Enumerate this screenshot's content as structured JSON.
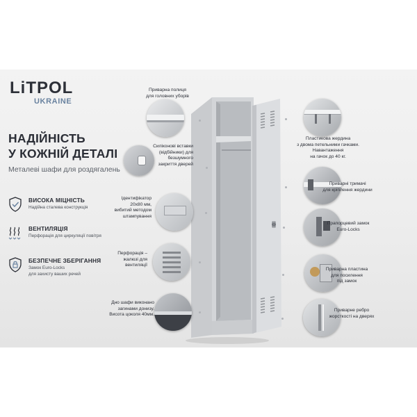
{
  "brand": {
    "logo_main": "LiTPOL",
    "logo_sub": "UKRAINE"
  },
  "hero": {
    "title_line1": "НАДІЙНІСТЬ",
    "title_line2": "У КОЖНІЙ ДЕТАЛІ",
    "subtitle": "Металеві шафи для роздягалень"
  },
  "features": [
    {
      "icon": "shield-check-icon",
      "title": "ВИСОКА МІЦНІСТЬ",
      "desc": [
        "Надійна сталева конструкція"
      ]
    },
    {
      "icon": "ventilation-icon",
      "title": "ВЕНТИЛЯЦІЯ",
      "desc": [
        "Перфорація для циркуляції повітря"
      ]
    },
    {
      "icon": "shield-lock-icon",
      "title": "БЕЗПЕЧНЕ ЗБЕРІГАННЯ",
      "desc": [
        "Замок Euro-Locks",
        "для захисту ваших речей"
      ]
    }
  ],
  "callouts_left": [
    {
      "lines": [
        "Приварна полиця",
        "для головних уборів"
      ]
    },
    {
      "lines": [
        "Силіконові вставки",
        "(відбійники) для",
        "безшумного",
        "закриття дверей"
      ]
    },
    {
      "lines": [
        "Ідентифікатор",
        "20х80 мм,",
        "вибитий методом",
        "штампування"
      ]
    },
    {
      "lines": [
        "Перфорація –",
        "жалюзі для",
        "вентиляції"
      ]
    },
    {
      "lines": [
        "Дно шафи виконано",
        "загинами донизу.",
        "Висота цоколя 40мм."
      ]
    }
  ],
  "callouts_right": [
    {
      "lines": [
        "Пластикова жердина",
        "з двома петельними гачками.",
        "Навантаження",
        "на гачок до 40 кг."
      ]
    },
    {
      "lines": [
        "Приварні тримачі",
        "для кріплення жердини"
      ]
    },
    {
      "lines": [
        "Прапорцевий замок",
        "Euro-Locks"
      ]
    },
    {
      "lines": [
        "Приварна пластина",
        "для посилення",
        "під замок"
      ]
    },
    {
      "lines": [
        "Приварне ребро",
        "жорсткості на дверях"
      ]
    }
  ],
  "colors": {
    "text_dark": "#2b2e36",
    "accent_blue": "#6a83a0",
    "locker_grey": "#cfd1d4"
  }
}
